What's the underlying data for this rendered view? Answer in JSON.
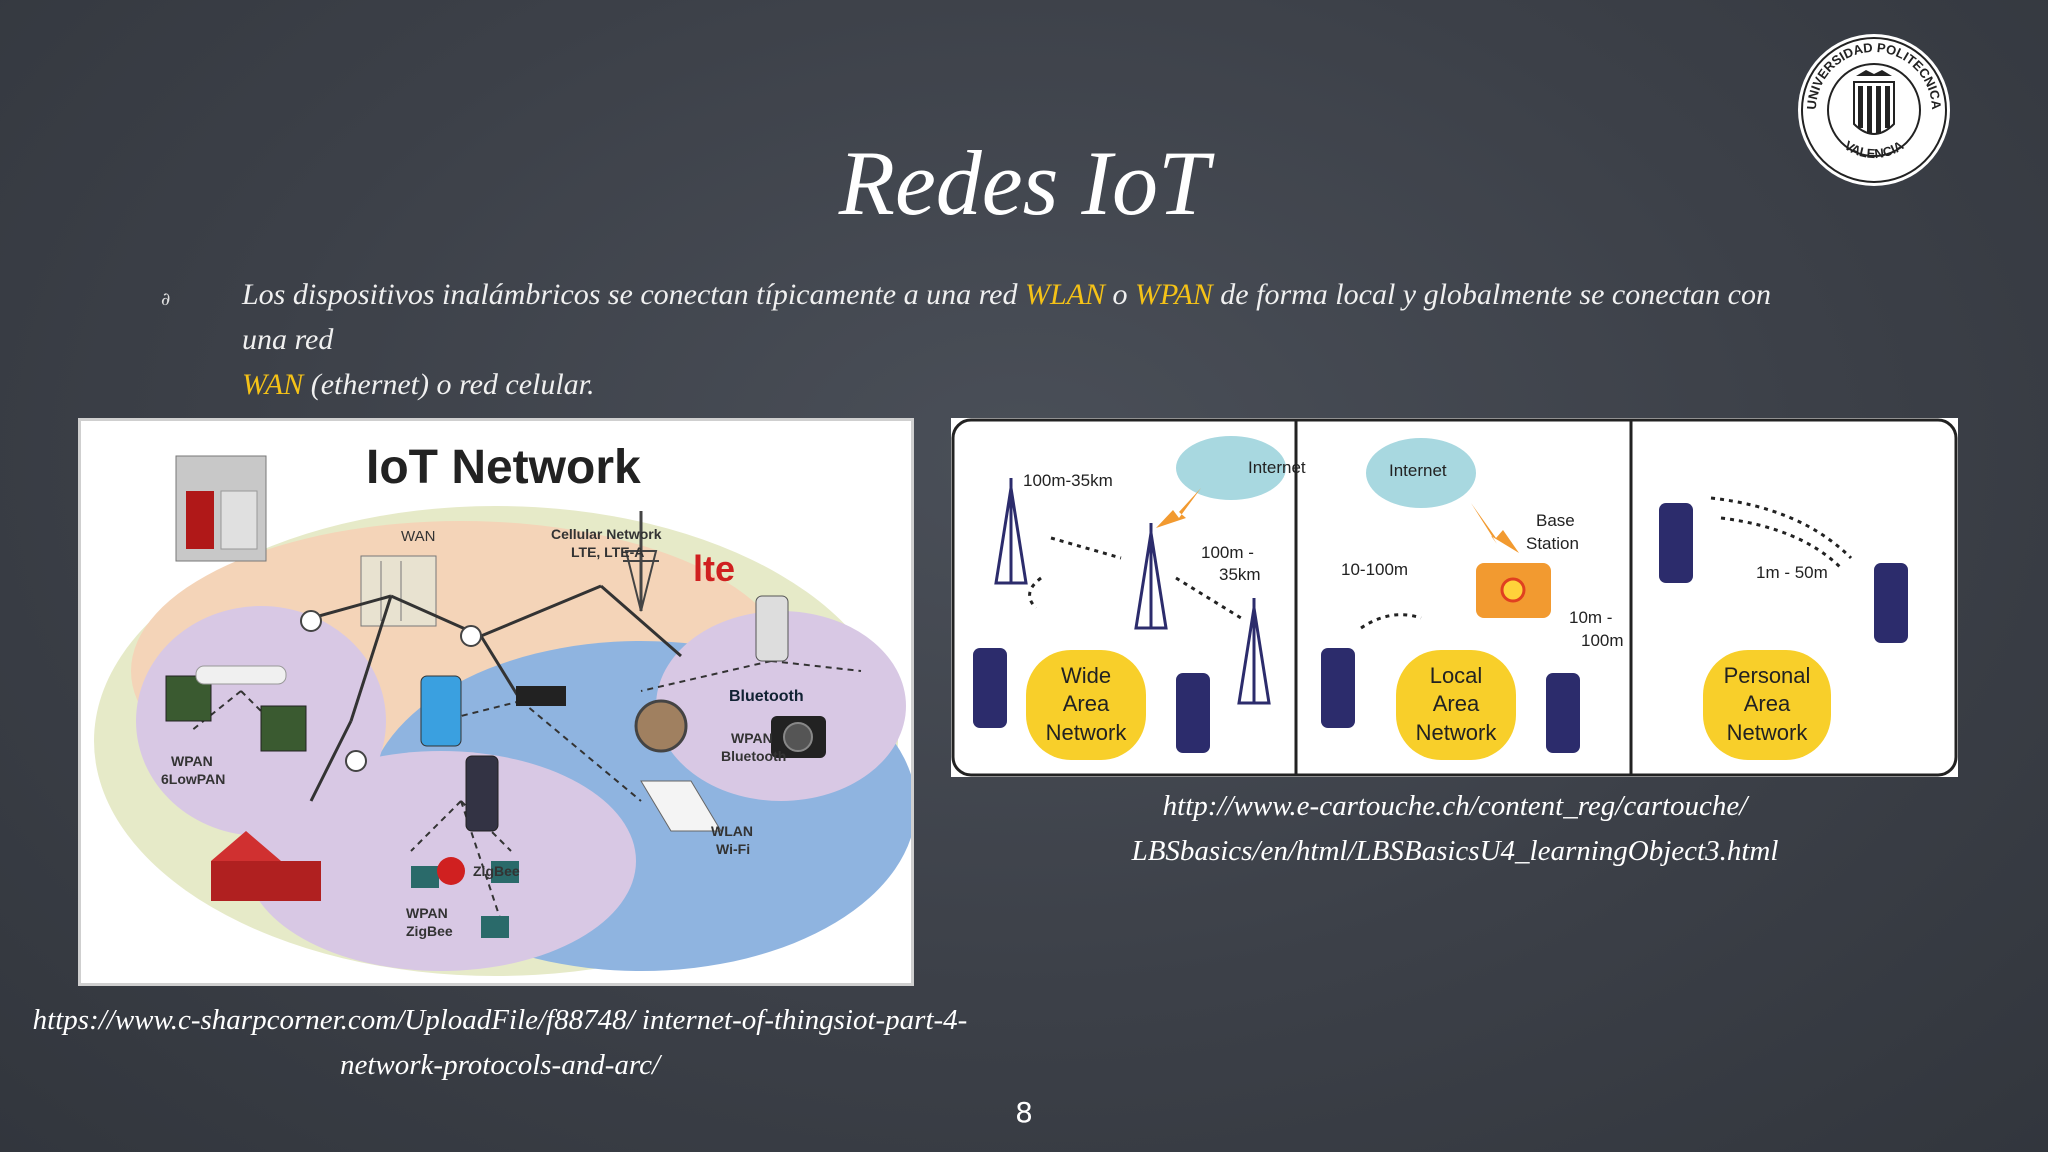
{
  "slide": {
    "title": "Redes IoT",
    "bullet_symbol": "∂",
    "bullet": {
      "part1": "Los dispositivos inalámbricos se conectan típicamente a una red ",
      "hl1": "WLAN",
      "part2": " o ",
      "hl2": "WPAN",
      "part3": " de forma local y globalmente se conectan con una red ",
      "hl3": "WAN",
      "part4": " (ethernet) o red celular."
    },
    "page_number": "8"
  },
  "left_figure": {
    "title": "IoT Network",
    "labels": {
      "wan": "WAN",
      "cellular_1": "Cellular Network",
      "cellular_2": "LTE, LTE-A",
      "lte": "lte",
      "bluetooth": "Bluetooth",
      "wpan_bt_1": "WPAN",
      "wpan_bt_2": "Bluetooth",
      "wpan_6_1": "WPAN",
      "wpan_6_2": "6LowPAN",
      "wlan_1": "WLAN",
      "wlan_2": "Wi-Fi",
      "zigbee": "ZigBee",
      "wpan_zb_1": "WPAN",
      "wpan_zb_2": "ZigBee"
    },
    "caption_line1": "https://www.c-sharpcorner.com/UploadFile/f88748/ internet-of-thingsiot-part-4-",
    "caption_line2": "network-protocols-and-arc/"
  },
  "right_figure": {
    "labels": {
      "internet_1": "Internet",
      "range_1a": "100m-35km",
      "range_1b1": "100m -",
      "range_1b2": "35km",
      "wan_1": "Wide",
      "wan_2": "Area",
      "wan_3": "Network",
      "internet_2": "Internet",
      "base_1": "Base",
      "base_2": "Station",
      "range_2a": "10-100m",
      "range_2b1": "10m -",
      "range_2b2": "100m",
      "lan_1": "Local",
      "lan_2": "Area",
      "lan_3": "Network",
      "range_3": "1m - 50m",
      "pan_1": "Personal",
      "pan_2": "Area",
      "pan_3": "Network"
    },
    "caption_line1": "http://www.e-cartouche.ch/content_reg/cartouche/",
    "caption_line2": "LBSbasics/en/html/LBSBasicsU4_learningObject3.html"
  },
  "logo": {
    "text_top": "UNIVERSIDAD POLITECNICA",
    "text_bottom": "VALENCIA"
  },
  "colors": {
    "highlight": "#f5c217",
    "background": "#3c4048",
    "network_badge": "#f8cf2a"
  }
}
